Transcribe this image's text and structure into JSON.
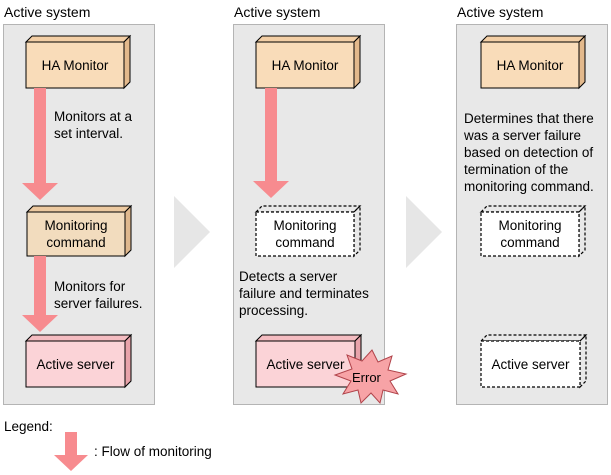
{
  "panels": [
    {
      "title": "Active system",
      "ha_monitor": "HA Monitor",
      "arrow1_text": [
        "Monitors at a",
        "set interval."
      ],
      "monitoring_command": [
        "Monitoring",
        "command"
      ],
      "arrow2_text": [
        "Monitors for",
        "server failures."
      ],
      "active_server": "Active server"
    },
    {
      "title": "Active system",
      "ha_monitor": "HA Monitor",
      "monitoring_command": [
        "Monitoring",
        "command"
      ],
      "note": [
        "Detects a server",
        "failure and terminates",
        "processing."
      ],
      "active_server": "Active server",
      "error_badge": "Error"
    },
    {
      "title": "Active system",
      "ha_monitor": "HA Monitor",
      "note": [
        "Determines that there",
        "was a server failure",
        "based on detection of",
        "termination of the",
        "monitoring command."
      ],
      "monitoring_command": [
        "Monitoring",
        "command"
      ],
      "active_server": "Active server"
    }
  ],
  "legend": {
    "title": "Legend:",
    "flow_label": ": Flow of monitoring"
  },
  "colors": {
    "panel_bg": "#e8e8e8",
    "ha_box": "#f9dcb9",
    "ha_box_side": "#e3b98c",
    "command_box": "#f2dcbe",
    "server_box": "#fbd3d7",
    "server_box_side": "#e8a3aa",
    "arrow": "#f78b8f",
    "error_burst": "#f7a3a6",
    "chevron": "#e6e6e6"
  }
}
